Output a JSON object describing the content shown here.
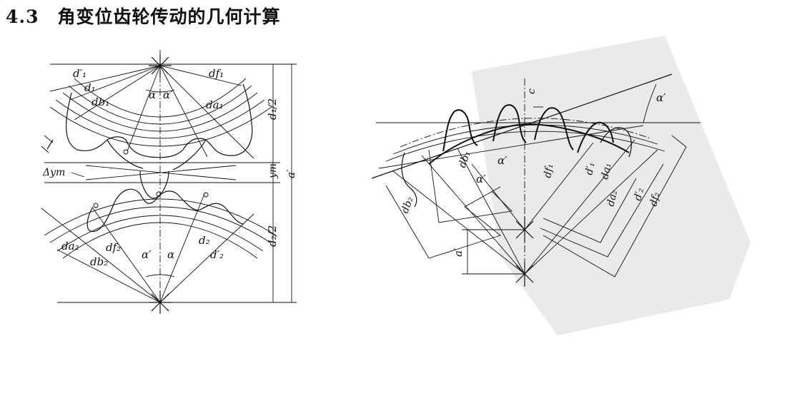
{
  "heading": {
    "number": "4.3",
    "title": "角变位齿轮传动的几何计算"
  },
  "left_diagram": {
    "labels": {
      "d1_prime": "d′₁",
      "d1": "d₁",
      "db1": "db₁",
      "df1": "df₁",
      "da1": "da₁",
      "alpha": "α",
      "alpha_prime": "α′",
      "half_d1": "d₁/2",
      "ym": "ym",
      "a_prime": "a′",
      "delta_ym": "Δym",
      "half_d2": "d₂/2",
      "da2": "da₂",
      "df2": "df₂",
      "db2": "db₂",
      "d2": "d₂",
      "d2_prime": "d′₂"
    }
  },
  "right_diagram": {
    "labels": {
      "c": "c",
      "alpha_prime_top": "α′",
      "alpha_prime_mid": "α′",
      "alpha_prime_low": "α′",
      "db1": "db₁",
      "df1": "df₁",
      "d1_prime": "d′₁",
      "da1": "da₁",
      "db2": "db₂",
      "da2": "da₂",
      "d2_prime": "d′₂",
      "df2": "df₂",
      "a_prime": "a′"
    }
  },
  "colors": {
    "ink": "#111111",
    "watermark": "#d9d9d9"
  }
}
